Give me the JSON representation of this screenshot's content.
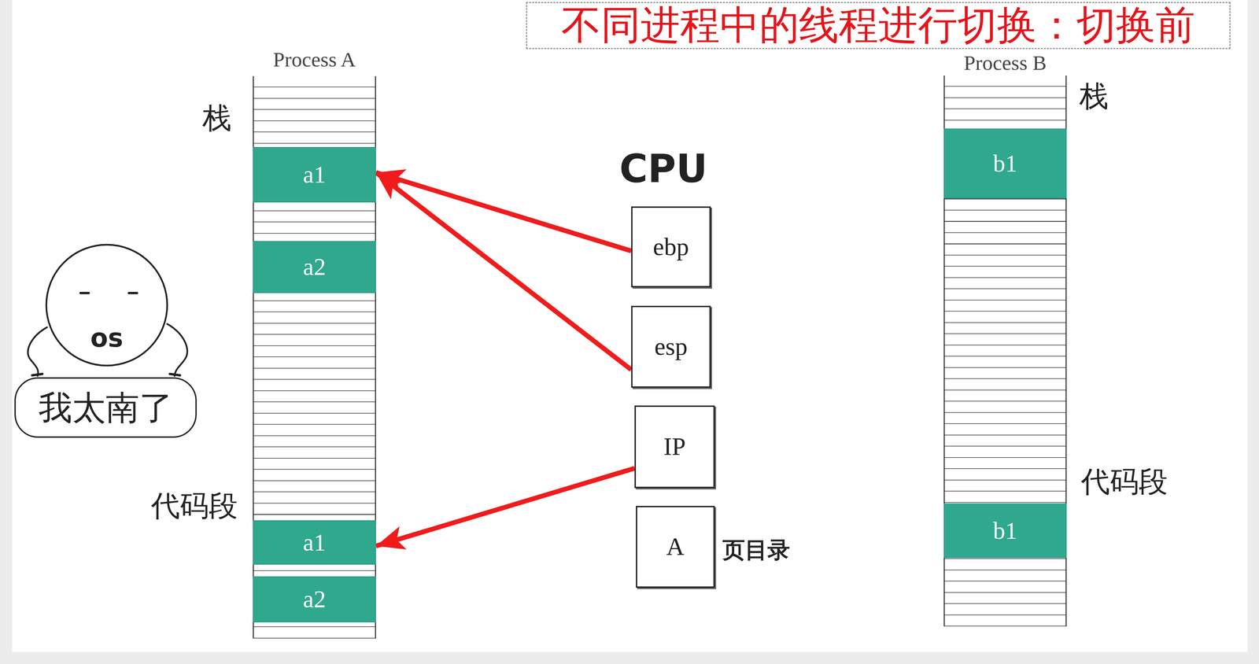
{
  "diagram": {
    "title": "不同进程中的线程进行切换：切换前",
    "nodes": [
      {
        "text": [
          "Process A"
        ]
      },
      {
        "text": [
          "a1"
        ],
        "in": 0
      },
      {
        "text": [
          "a2"
        ],
        "in": 0
      },
      {
        "text": [
          "a1"
        ],
        "in": 0
      },
      {
        "text": [
          "a2"
        ],
        "in": 0
      },
      {
        "text": [
          "ebp"
        ]
      },
      {
        "text": [
          "esp"
        ]
      },
      {
        "text": [
          "IP"
        ]
      },
      {
        "text": [
          "A"
        ]
      },
      {
        "text": [
          "Process B"
        ]
      },
      {
        "text": [
          "b1"
        ],
        "in": 9
      },
      {
        "text": [
          "b1"
        ],
        "in": 9
      },
      {
        "text": [
          "os"
        ]
      },
      {
        "text": [
          "我太南了"
        ]
      }
    ],
    "edges": [
      {
        "from": 5,
        "to": 1,
        "arrow": "to"
      },
      {
        "from": 6,
        "to": 1,
        "arrow": "to"
      },
      {
        "from": 7,
        "to": 3,
        "arrow": "to"
      }
    ],
    "labels": [
      "栈",
      "代码段",
      "CPU",
      "页目录",
      "栈",
      "代码段"
    ]
  }
}
